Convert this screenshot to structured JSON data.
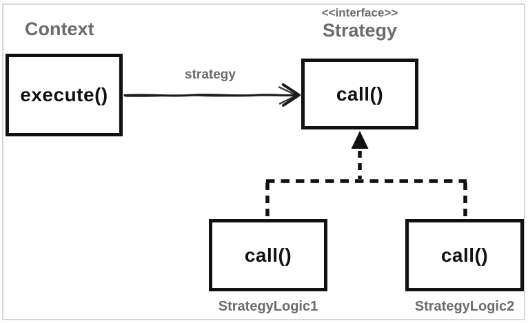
{
  "diagram": {
    "type": "uml-class-diagram",
    "context": {
      "title": "Context",
      "method": "execute()"
    },
    "strategy": {
      "stereotype": "<<interface>>",
      "title": "Strategy",
      "method": "call()"
    },
    "association": {
      "label": "strategy",
      "from": "Context.execute()",
      "to": "Strategy.call()",
      "style": "solid-open-arrow"
    },
    "implementations": [
      {
        "name": "StrategyLogic1",
        "method": "call()",
        "relation": "dashed-realization-to-Strategy"
      },
      {
        "name": "StrategyLogic2",
        "method": "call()",
        "relation": "dashed-realization-to-Strategy"
      }
    ]
  },
  "colors": {
    "label_gray": "#6b6b6b",
    "ink_black": "#111111",
    "frame_border": "#d7d7d7",
    "background": "#ffffff"
  }
}
